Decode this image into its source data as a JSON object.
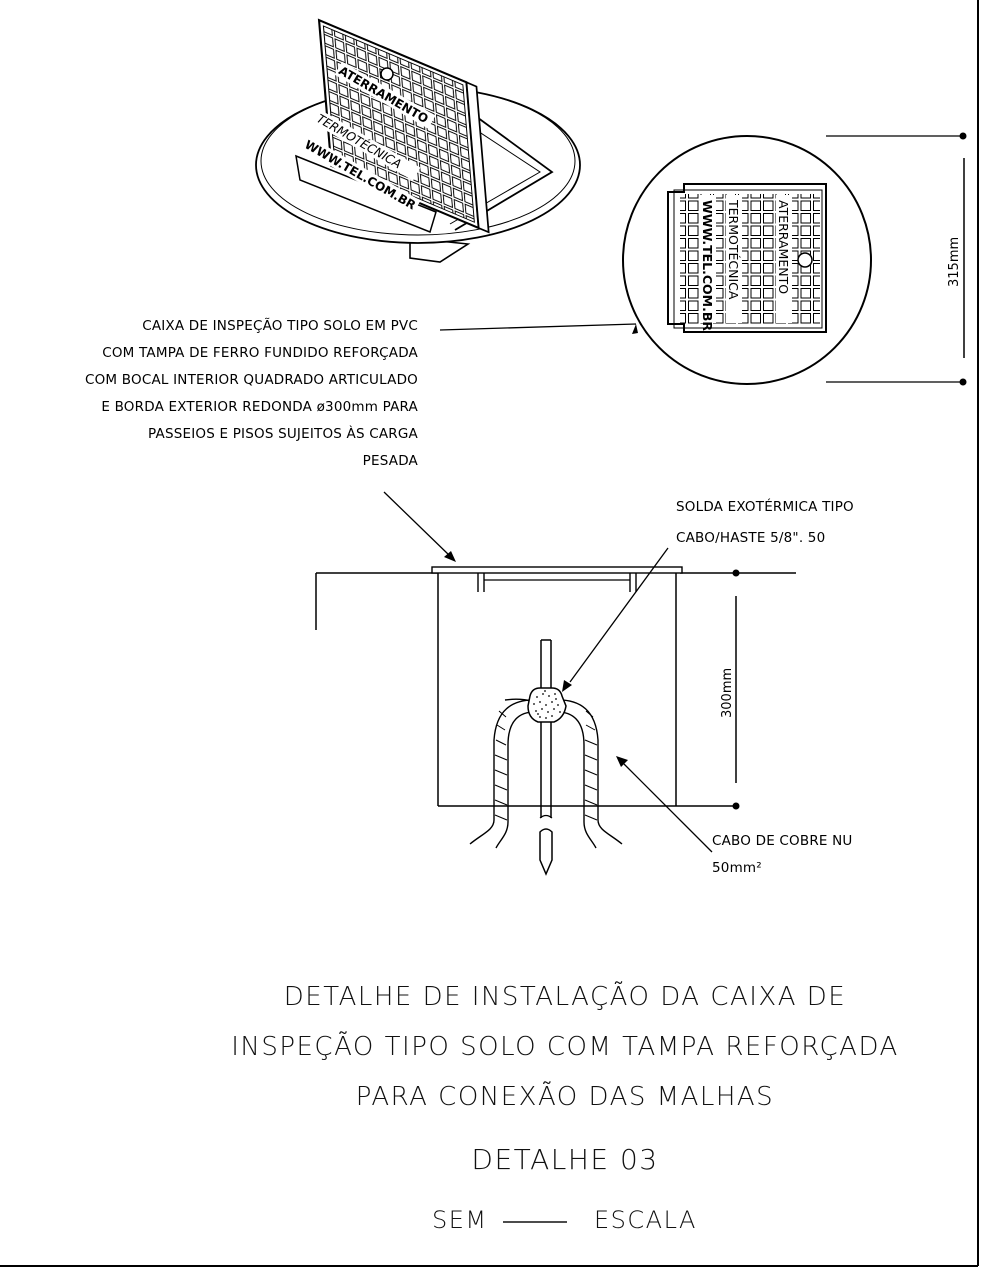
{
  "box_description": {
    "lines": [
      "CAIXA DE INSPEÇÃO TIPO SOLO EM PVC",
      "COM TAMPA DE FERRO FUNDIDO REFORÇADA",
      "COM BOCAL INTERIOR QUADRADO ARTICULADO",
      "E BORDA EXTERIOR REDONDA ø300mm PARA",
      "PASSEIOS E PISOS SUJEITOS ÀS CARGA",
      "PESADA"
    ]
  },
  "weld_note": {
    "lines": [
      "SOLDA EXOTÉRMICA TIPO",
      "CABO/HASTE 5/8\". 50"
    ]
  },
  "cable_note": {
    "lines": [
      "CABO DE COBRE NU",
      "50mm²"
    ]
  },
  "dimensions": {
    "lid_diameter": "315mm",
    "box_depth": "300mm"
  },
  "lid_markings": {
    "line1": "ATERRAMENTO",
    "line2": "TERMOTÉCNICA",
    "line3": "WWW.TEL.COM.BR"
  },
  "title": {
    "lines": [
      "DETALHE DE INSTALAÇÃO DA CAIXA DE",
      "INSPEÇÃO TIPO SOLO COM TAMPA REFORÇADA",
      "PARA CONEXÃO DAS MALHAS"
    ],
    "detail": "DETALHE 03",
    "scale_left": "SEM",
    "scale_right": "ESCALA"
  }
}
